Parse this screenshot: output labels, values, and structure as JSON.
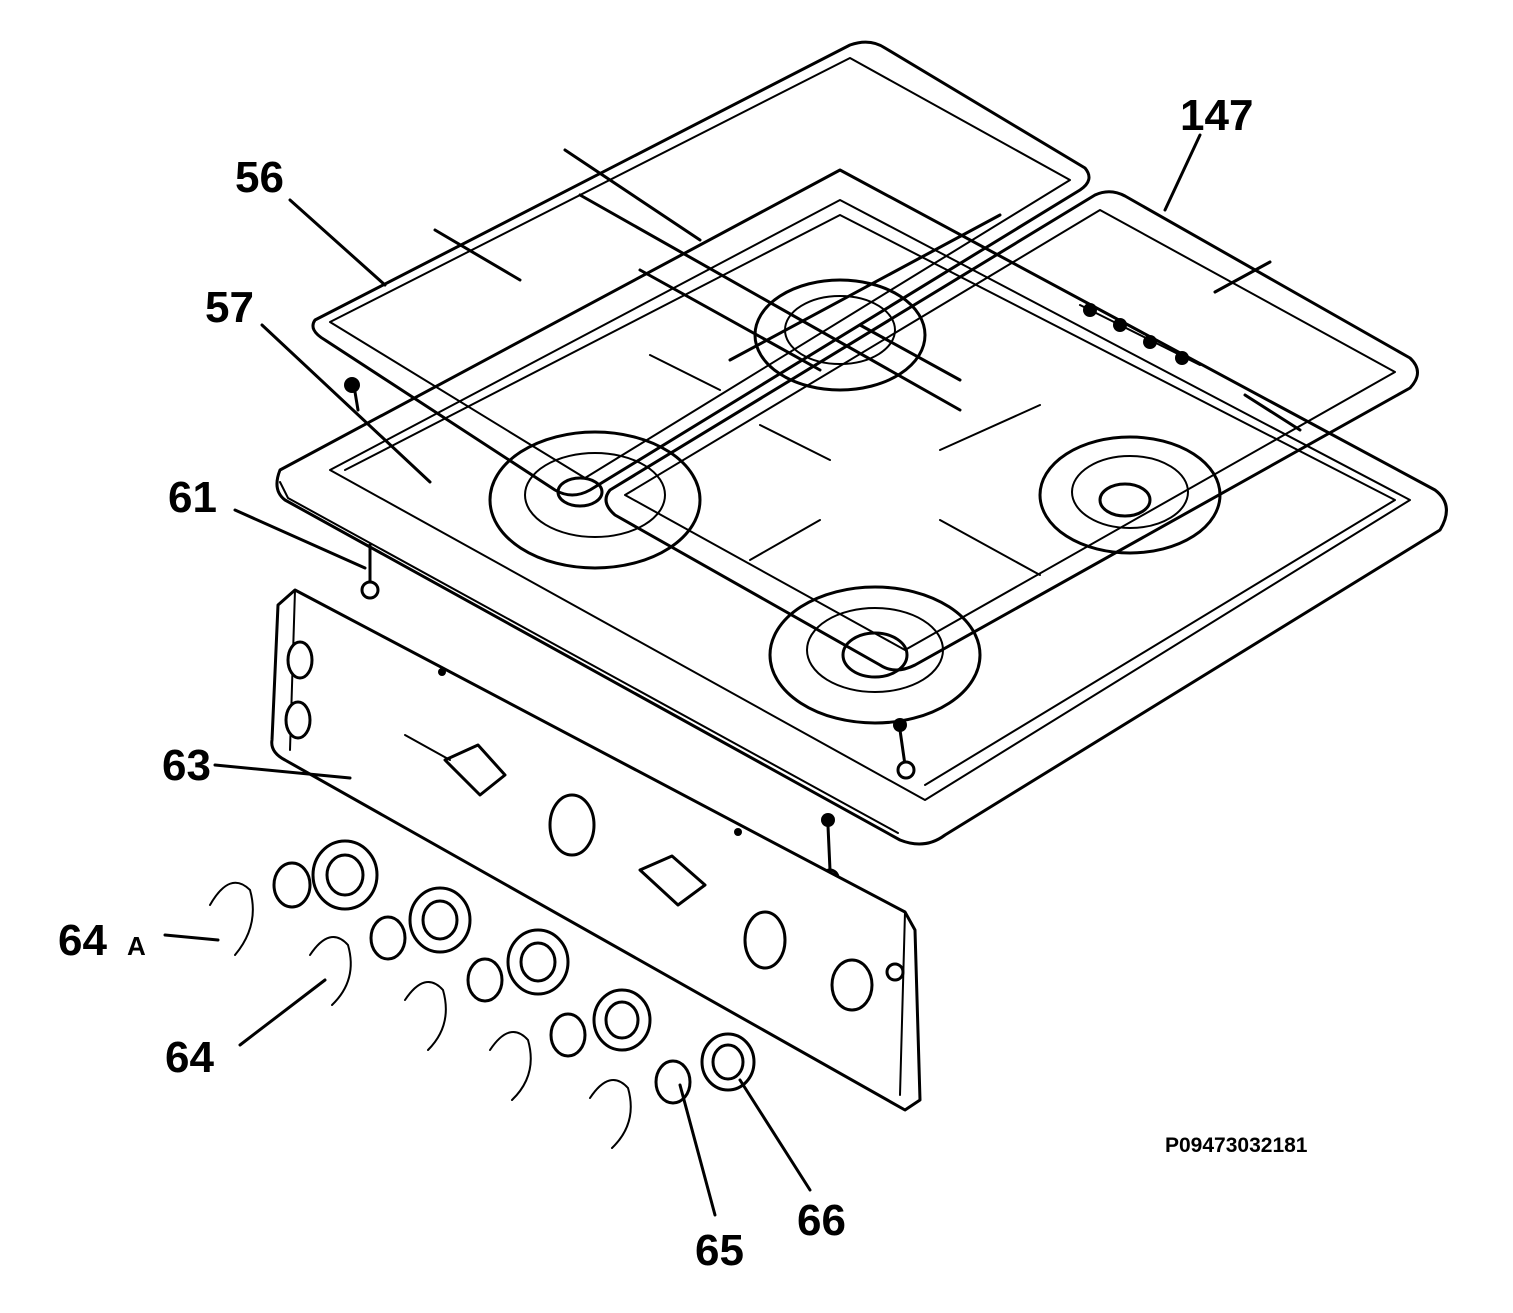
{
  "callouts": {
    "pan_support_left": "56",
    "hob_top": "57",
    "screw": "61",
    "control_panel": "63",
    "knob_64a_number": "64",
    "knob_64a_suffix": "A",
    "knob": "64",
    "bezel": "65",
    "spring_ring": "66",
    "pan_support_right": "147"
  },
  "drawing_code": "P09473032181",
  "icons": [
    "knob-icon",
    "burner-icon",
    "screw-icon"
  ]
}
